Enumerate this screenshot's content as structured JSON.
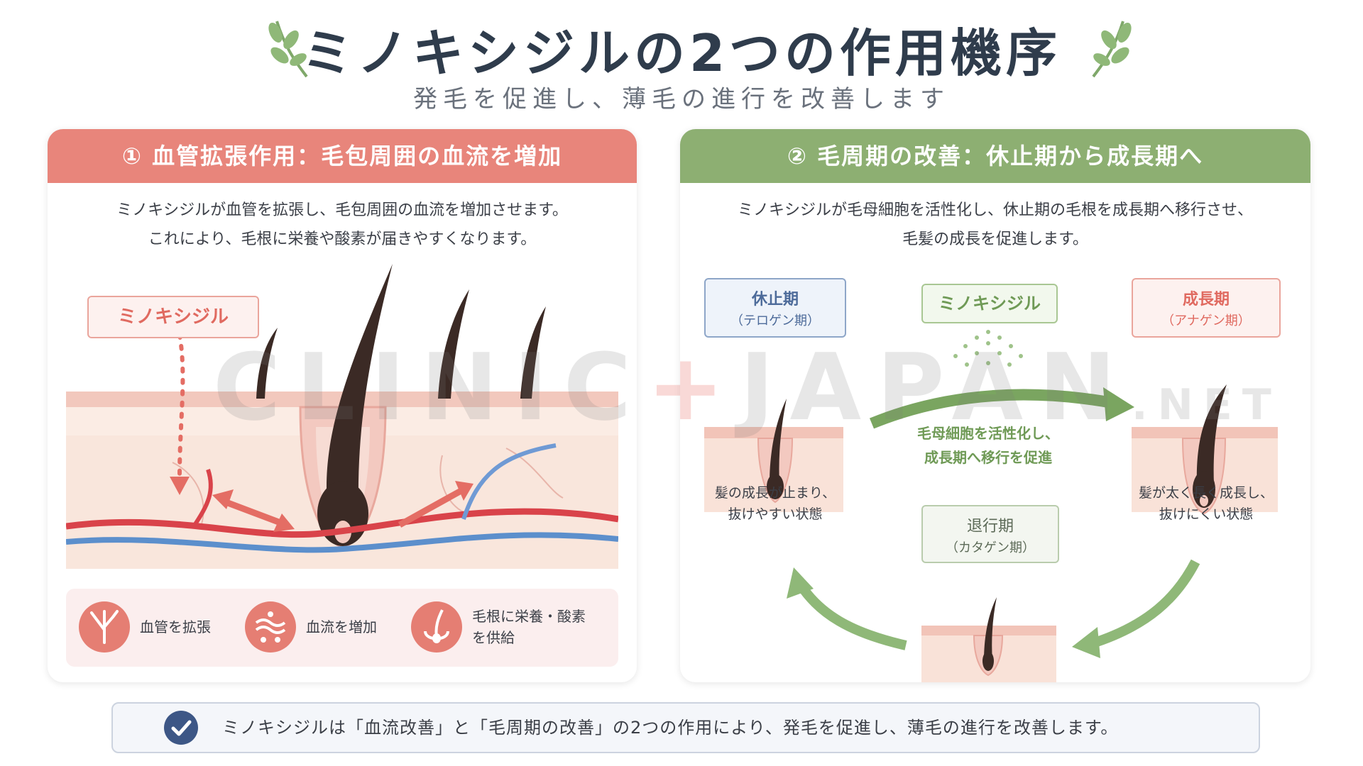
{
  "header": {
    "title": "ミノキシジルの2つの作用機序",
    "subtitle": "発毛を促進し、薄毛の進行を改善します"
  },
  "panel1": {
    "heading": "① 血管拡張作用：毛包周囲の血流を増加",
    "desc_line1": "ミノキシジルが血管を拡張し、毛包周囲の血流を増加させます。",
    "desc_line2": "これにより、毛根に栄養や酸素が届きやすくなります。",
    "drug_tag": "ミノキシジル",
    "benefits": [
      {
        "icon": "vessel-icon",
        "label_line1": "血管を拡張",
        "label_line2": ""
      },
      {
        "icon": "bloodflow-icon",
        "label_line1": "血流を増加",
        "label_line2": ""
      },
      {
        "icon": "hair-root-icon",
        "label_line1": "毛根に栄養・酸素",
        "label_line2": "を供給"
      }
    ]
  },
  "panel2": {
    "heading": "② 毛周期の改善：休止期から成長期へ",
    "desc_line1": "ミノキシジルが毛母細胞を活性化し、休止期の毛根を成長期へ移行させ、",
    "desc_line2": "毛髪の成長を促進します。",
    "telogen": {
      "name": "休止期",
      "sub": "（テロゲン期）",
      "note_line1": "髪の成長が止まり、",
      "note_line2": "抜けやすい状態"
    },
    "drug_tag": "ミノキシジル",
    "center_line1": "毛母細胞を活性化し、",
    "center_line2": "成長期へ移行を促進",
    "anagen": {
      "name": "成長期",
      "sub": "（アナゲン期）",
      "note_line1": "髪が太く長く成長し、",
      "note_line2": "抜けにくい状態"
    },
    "catagen": {
      "name": "退行期",
      "sub": "（カタゲン期）"
    }
  },
  "footer": {
    "text": "ミノキシジルは「血流改善」と「毛周期の改善」の2つの作用により、発毛を促進し、薄毛の進行を改善します。"
  },
  "watermark": {
    "main": "CLINIC",
    "plus": "+",
    "brand": "JAPAN",
    "net": ".NET"
  },
  "colors": {
    "red_accent": "#e8857b",
    "green_accent": "#8daf72",
    "blue_tag": "#4d6b9a",
    "navy_check": "#3d5786"
  }
}
